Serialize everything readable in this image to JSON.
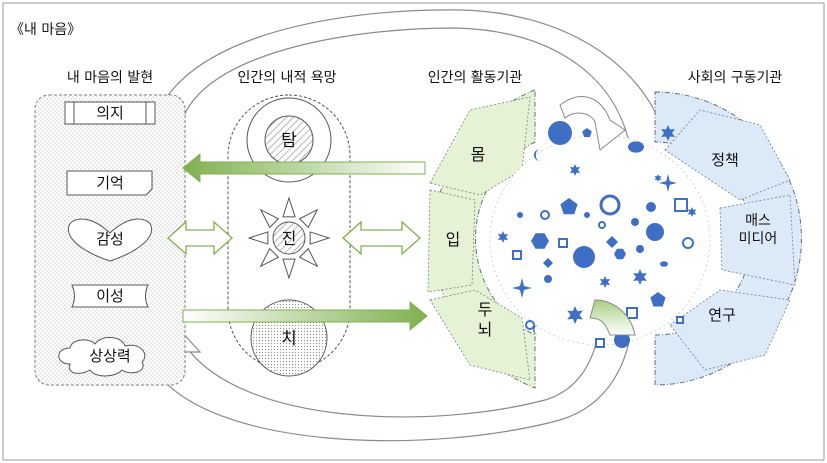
{
  "title": "《내 마음》",
  "headers": {
    "expression": "내 마음의 발현",
    "desire": "인간의 내적 욕망",
    "activity": "인간의 활동기관",
    "social": "사회의 구동기관"
  },
  "expression_items": [
    "의지",
    "기억",
    "감성",
    "이성",
    "상상력"
  ],
  "desires": [
    "탐",
    "진",
    "치"
  ],
  "activity_organs": [
    "몸",
    "입",
    "두\n뇌"
  ],
  "social_organs": [
    "정책",
    "매스\n미디어",
    "연구"
  ],
  "colors": {
    "green_fill": "#e6f2d6",
    "green_arrow": "#7fb04f",
    "blue_fill": "#dce9f7",
    "shape_blue": "#3f6fc4",
    "border": "#7a7a7a",
    "dashed": "#5e7a5e"
  }
}
